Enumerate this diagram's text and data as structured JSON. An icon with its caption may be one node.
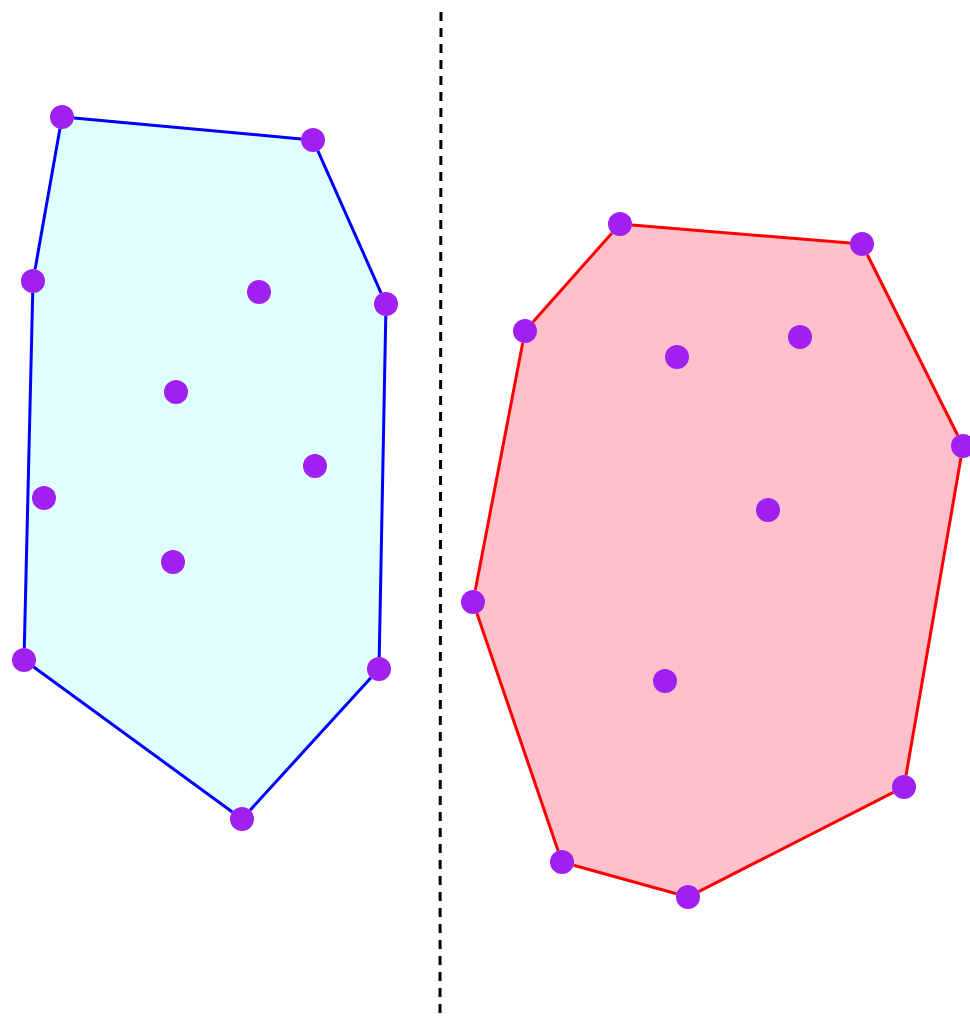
{
  "diagram": {
    "nodes": [
      {
        "text": [],
        "shape": "circle"
      },
      {
        "text": [],
        "shape": "circle"
      },
      {
        "text": [],
        "shape": "circle"
      },
      {
        "text": [],
        "shape": "circle"
      },
      {
        "text": [],
        "shape": "circle"
      },
      {
        "text": [],
        "shape": "circle"
      },
      {
        "text": [],
        "shape": "circle"
      },
      {
        "text": [],
        "shape": "circle"
      },
      {
        "text": [],
        "shape": "circle"
      },
      {
        "text": [],
        "shape": "circle"
      },
      {
        "text": [],
        "shape": "circle"
      },
      {
        "text": [],
        "shape": "circle"
      },
      {
        "text": [],
        "shape": "circle"
      },
      {
        "text": [],
        "shape": "circle"
      },
      {
        "text": [],
        "shape": "circle"
      },
      {
        "text": [],
        "shape": "circle"
      },
      {
        "text": [],
        "shape": "circle"
      },
      {
        "text": [],
        "shape": "circle"
      },
      {
        "text": [],
        "shape": "circle"
      },
      {
        "text": [],
        "shape": "circle"
      },
      {
        "text": [],
        "shape": "circle"
      },
      {
        "text": [],
        "shape": "circle"
      },
      {
        "text": [],
        "shape": "circle"
      },
      {
        "text": [],
        "shape": "circle"
      }
    ],
    "edges": [
      {
        "from": 0,
        "to": 1,
        "arrow": "none",
        "color": "#0000ff"
      },
      {
        "from": 1,
        "to": 6,
        "arrow": "none",
        "color": "#0000ff"
      },
      {
        "from": 6,
        "to": 18,
        "arrow": "none",
        "color": "#0000ff"
      },
      {
        "from": 18,
        "to": 21,
        "arrow": "none",
        "color": "#0000ff"
      },
      {
        "from": 21,
        "to": 17,
        "arrow": "none",
        "color": "#0000ff"
      },
      {
        "from": 17,
        "to": 4,
        "arrow": "none",
        "color": "#0000ff"
      },
      {
        "from": 4,
        "to": 0,
        "arrow": "none",
        "color": "#0000ff"
      },
      {
        "from": 2,
        "to": 3,
        "arrow": "none",
        "color": "#ff0000"
      },
      {
        "from": 3,
        "to": 11,
        "arrow": "none",
        "color": "#ff0000"
      },
      {
        "from": 11,
        "to": 20,
        "arrow": "none",
        "color": "#ff0000"
      },
      {
        "from": 20,
        "to": 23,
        "arrow": "none",
        "color": "#ff0000"
      },
      {
        "from": 23,
        "to": 22,
        "arrow": "none",
        "color": "#ff0000"
      },
      {
        "from": 22,
        "to": 16,
        "arrow": "none",
        "color": "#ff0000"
      },
      {
        "from": 16,
        "to": 7,
        "arrow": "none",
        "color": "#ff0000"
      },
      {
        "from": 7,
        "to": 2,
        "arrow": "none",
        "color": "#ff0000"
      }
    ]
  }
}
